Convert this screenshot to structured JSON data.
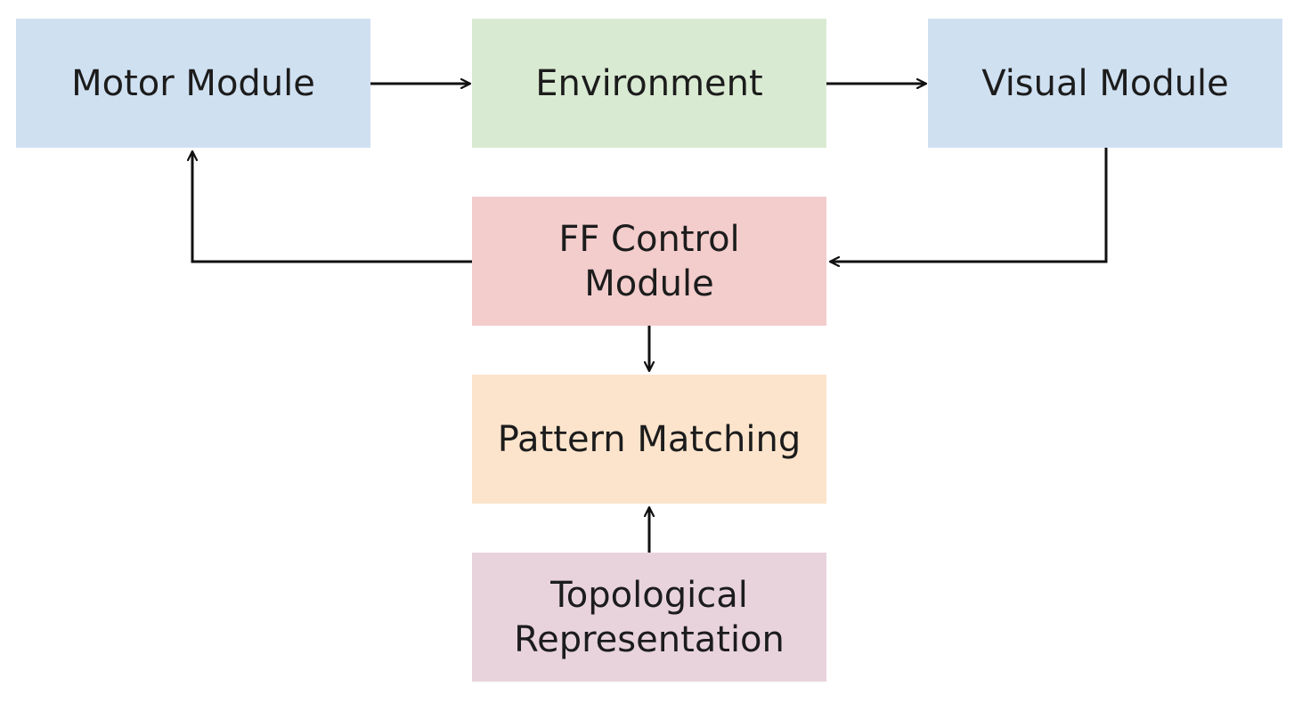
{
  "diagram": {
    "nodes": {
      "motor": {
        "label": "Motor Module",
        "color": "#cfe0f1"
      },
      "environment": {
        "label": "Environment",
        "color": "#d9ead2"
      },
      "visual": {
        "label": "Visual Module",
        "color": "#cfe0f1"
      },
      "ff_control": {
        "label": "FF Control\nModule",
        "color": "#f3cccc"
      },
      "pattern": {
        "label": "Pattern Matching",
        "color": "#fce4cc"
      },
      "topological": {
        "label": "Topological\nRepresentation",
        "color": "#e8d3dd"
      }
    },
    "edges": [
      {
        "from": "motor",
        "to": "environment"
      },
      {
        "from": "environment",
        "to": "visual"
      },
      {
        "from": "visual",
        "to": "ff_control"
      },
      {
        "from": "ff_control",
        "to": "motor"
      },
      {
        "from": "ff_control",
        "to": "pattern"
      },
      {
        "from": "topological",
        "to": "pattern"
      }
    ],
    "line_color": "#111111"
  }
}
